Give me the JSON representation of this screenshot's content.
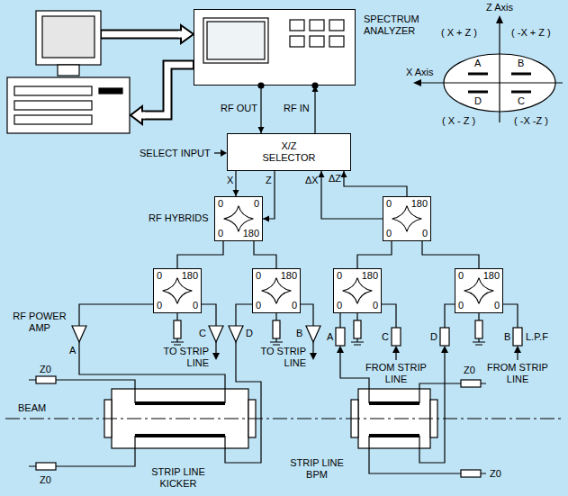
{
  "diagram": {
    "nodes": [
      {
        "text": [
          "SPECTRUM ANALYZER"
        ]
      },
      {
        "text": [
          "X/Z SELECTOR"
        ]
      },
      {
        "text": [
          "0",
          "0",
          "0",
          "180"
        ]
      },
      {
        "text": [
          "0",
          "180",
          "0",
          "0"
        ]
      },
      {
        "text": [
          "0",
          "180",
          "0",
          "0"
        ]
      },
      {
        "text": [
          "0",
          "180",
          "0",
          "0"
        ]
      },
      {
        "text": [
          "0",
          "180",
          "0",
          "0"
        ]
      },
      {
        "text": [
          "0",
          "180",
          "0",
          "0"
        ]
      }
    ],
    "edges": [
      {
        "from": 0,
        "to": 1,
        "label": "RF OUT",
        "arrow": "to"
      },
      {
        "from": 1,
        "to": 0,
        "label": "RF IN",
        "arrow": "to"
      },
      {
        "from": 1,
        "to": 2,
        "label": "X",
        "arrow": "to"
      },
      {
        "from": 1,
        "to": 2,
        "label": "Z",
        "arrow": "to"
      },
      {
        "from": 3,
        "to": 1,
        "label": "ΔX",
        "arrow": "to"
      },
      {
        "from": 3,
        "to": 1,
        "label": "ΔZ",
        "arrow": "to"
      },
      {
        "from": 2,
        "to": 4,
        "arrow": "none"
      },
      {
        "from": 2,
        "to": 5,
        "arrow": "none"
      },
      {
        "from": 6,
        "to": 3,
        "arrow": "none"
      },
      {
        "from": 7,
        "to": 3,
        "arrow": "none"
      }
    ],
    "labels": [
      "SELECT INPUT",
      "Z Axis",
      "( X + Z )",
      "A",
      "( -X + Z )",
      "B",
      "X Axis",
      "D",
      "( X - Z )",
      "C",
      "( -X -Z )",
      "RF HYBRIDS",
      "RF POWER AMP",
      "A",
      "C",
      "D",
      "B",
      "TO STRIP LINE",
      "TO STRIP LINE",
      "A",
      "C",
      "FROM STRIP LINE",
      "D",
      "B",
      "FROM STRIP LINE",
      "L.P.F",
      "BEAM",
      "Z0",
      "Z0",
      "Z0",
      "Z0",
      "STRIP LINE KICKER",
      "STRIP LINE BPM"
    ]
  }
}
